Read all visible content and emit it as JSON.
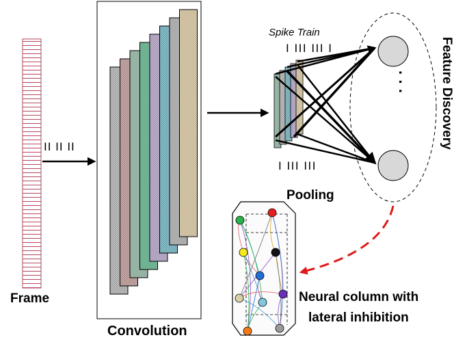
{
  "labels": {
    "frame": "Frame",
    "convolution": "Convolution",
    "spike_train": "Spike Train",
    "pooling": "Pooling",
    "feature_discovery": "Feature Discovery",
    "neural_column_line1": "Neural column with",
    "neural_column_line2": "lateral inhibition"
  },
  "spike_marks": {
    "input": "II  II  II",
    "spike_train": "I III III  I",
    "pool_bottom": "I III   III"
  },
  "output_nodes": {
    "ellipsis": "·  ·  ·"
  },
  "colors": {
    "frame_stripe": "#b24a5a",
    "arrow_red": "#e01818",
    "node_fill": "#d8d8d8",
    "convolution_layers": [
      "#c6c6c6",
      "#cfb0ad",
      "#a9c9b8",
      "#7dc8a4",
      "#c7b8d8",
      "#8cc7d4",
      "#c2c2c2",
      "#e7d7b5"
    ],
    "pooling_layers": [
      "#a9c9b8",
      "#c6c6c6",
      "#8cc7d4",
      "#c7b8d8",
      "#e7d7b5"
    ],
    "neurons": [
      "#2bb24a",
      "#e81e1e",
      "#f4e81e",
      "#111111",
      "#1f6fd6",
      "#d8d0a6",
      "#7fc8e0",
      "#6a2fb8",
      "#f07a1a",
      "#9a9a9a"
    ]
  }
}
